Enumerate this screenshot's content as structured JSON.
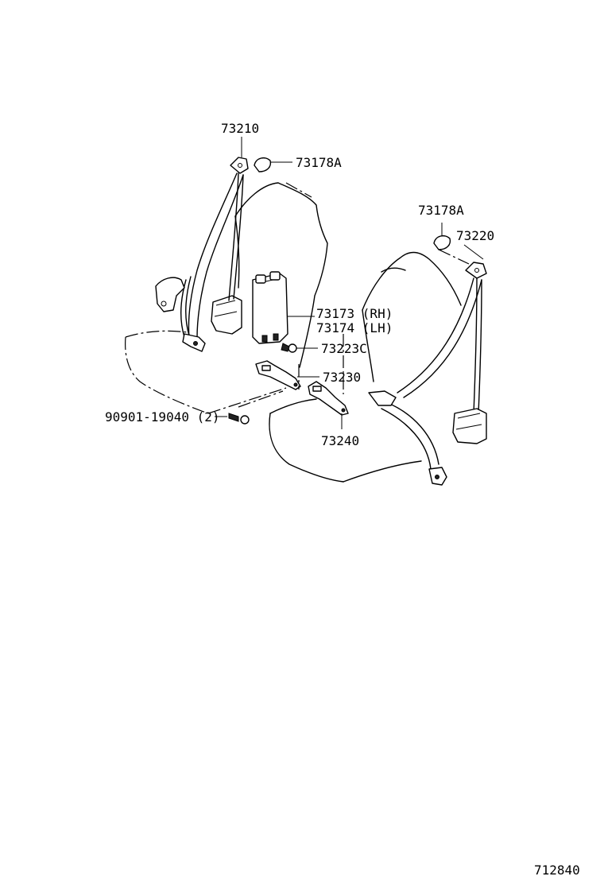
{
  "diagram_number": "712840",
  "labels": {
    "front_left_belt": "73210",
    "cover_left": "73178A",
    "cover_right": "73178A",
    "front_right_belt": "73220",
    "emergency_unit_rh": "73173 (RH)",
    "emergency_unit_lh": "73174 (LH)",
    "screw": "73223C",
    "buckle_inner_left": "73230",
    "buckle_inner_right": "73240",
    "bolt": "90901-19040 (2)"
  }
}
